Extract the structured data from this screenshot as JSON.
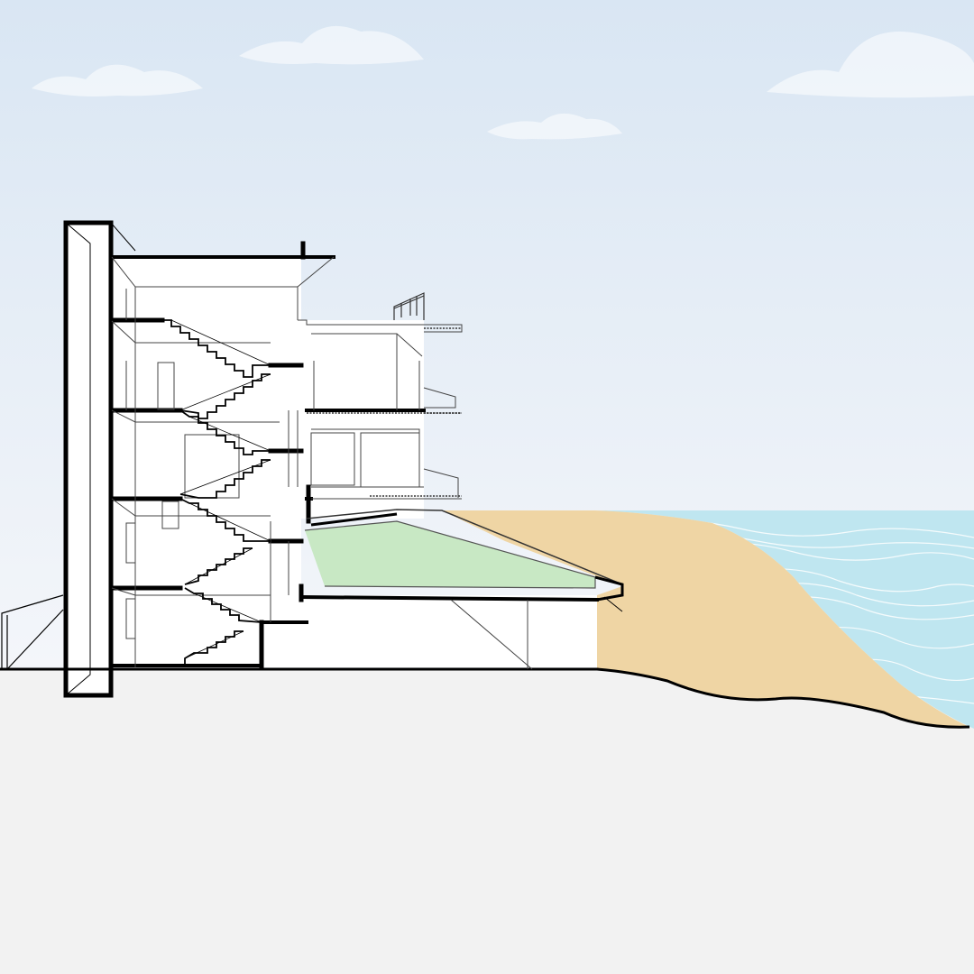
{
  "scene": {
    "kind": "architectural-section",
    "labels": [],
    "colors": {
      "sky_top": "#d9e6f3",
      "sky_bottom": "#f4f6fa",
      "ground": "#f2f2f2",
      "sand": "#efd5a4",
      "sand_dark": "#e2c48f",
      "sea": "#bfe6f0",
      "wave_line": "#ffffff",
      "pool": "#c8e8c4",
      "ink": "#000000",
      "fine_line": "#555555",
      "wall_fill": "#ffffff"
    },
    "levels": 5,
    "elements": [
      "sky",
      "clouds",
      "ground",
      "sand-dune",
      "sea",
      "retaining-wall",
      "building-section",
      "stairs",
      "terraces",
      "swimming-pool",
      "railing"
    ]
  }
}
